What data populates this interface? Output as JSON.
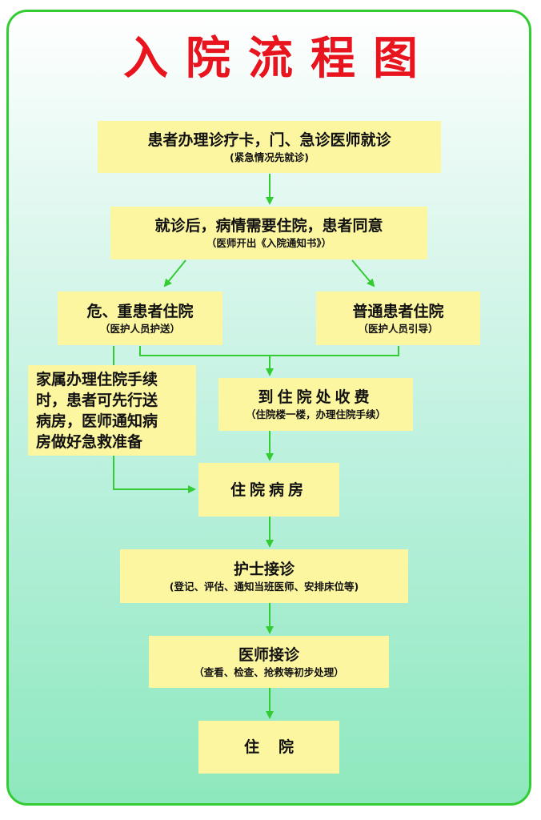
{
  "title": "入院流程图",
  "steps": {
    "step1": {
      "main": "患者办理诊疗卡，门、急诊医师就诊",
      "sub": "(紧急情况先就诊)"
    },
    "step2": {
      "main": "就诊后，病情需要住院，患者同意",
      "sub": "（医师开出《入院通知书》）"
    },
    "critical": {
      "main": "危、重患者住院",
      "sub": "（医护人员护送）"
    },
    "normal": {
      "main": "普通患者住院",
      "sub": "（医护人员引导）"
    },
    "family": {
      "lines": [
        "家属办理住院手续",
        "时，患者可先行送",
        "病房，医师通知病",
        "房做好急救准备"
      ]
    },
    "billing": {
      "main": "到住院处收费",
      "sub": "（住院楼一楼，办理住院手续）"
    },
    "ward": {
      "main": "住院病房"
    },
    "nurse": {
      "main": "护士接诊",
      "sub": "(登记、评估、通知当班医师、安排床位等)"
    },
    "doctor": {
      "main": "医师接诊",
      "sub": "（查看、检查、抢救等初步处理）"
    },
    "final": {
      "main": "住院"
    }
  },
  "colors": {
    "title": "#e8141e",
    "box": "#fdf6a0",
    "arrow": "#33cc33",
    "border": "#33cc33"
  }
}
